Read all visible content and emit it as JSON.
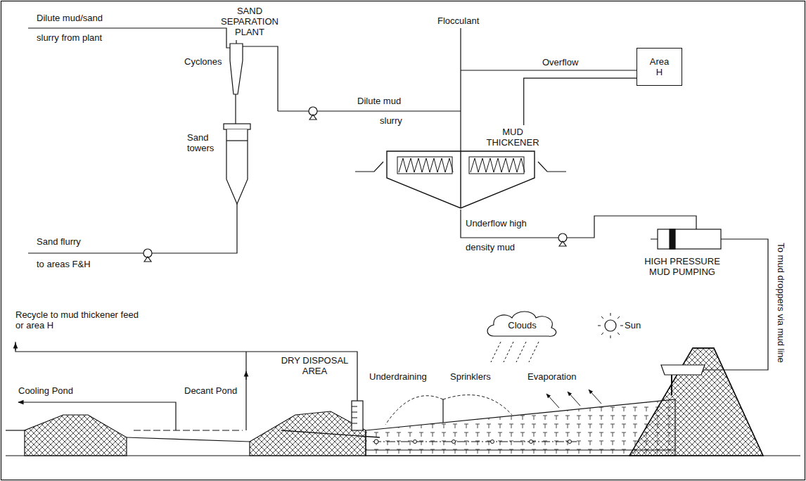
{
  "diagram": {
    "nodes": [
      {
        "text": [
          "Area H"
        ]
      },
      {
        "text": [
          "MUD THICKENER"
        ]
      },
      {
        "text": [
          "Clouds"
        ]
      }
    ],
    "edges": [
      {
        "from": 1,
        "to": 0,
        "label": "Overflow",
        "arrow": "none"
      }
    ],
    "labels": [
      "SAND SEPARATION PLANT",
      "Dilute mud/sand",
      "slurry from plant",
      "Cyclones",
      "Sand towers",
      "Sand flurry",
      "to areas F&H",
      "Flocculant",
      "Dilute mud",
      "slurry",
      "Underflow high",
      "density mud",
      "HIGH PRESSURE MUD PUMPING",
      "To mud droppers via mud line",
      "Recycle to mud thickener feed or area H",
      "Cooling Pond",
      "Decant Pond",
      "DRY DISPOSAL AREA",
      "Underdraining",
      "Sprinklers",
      "Evaporation",
      "Sun"
    ]
  }
}
